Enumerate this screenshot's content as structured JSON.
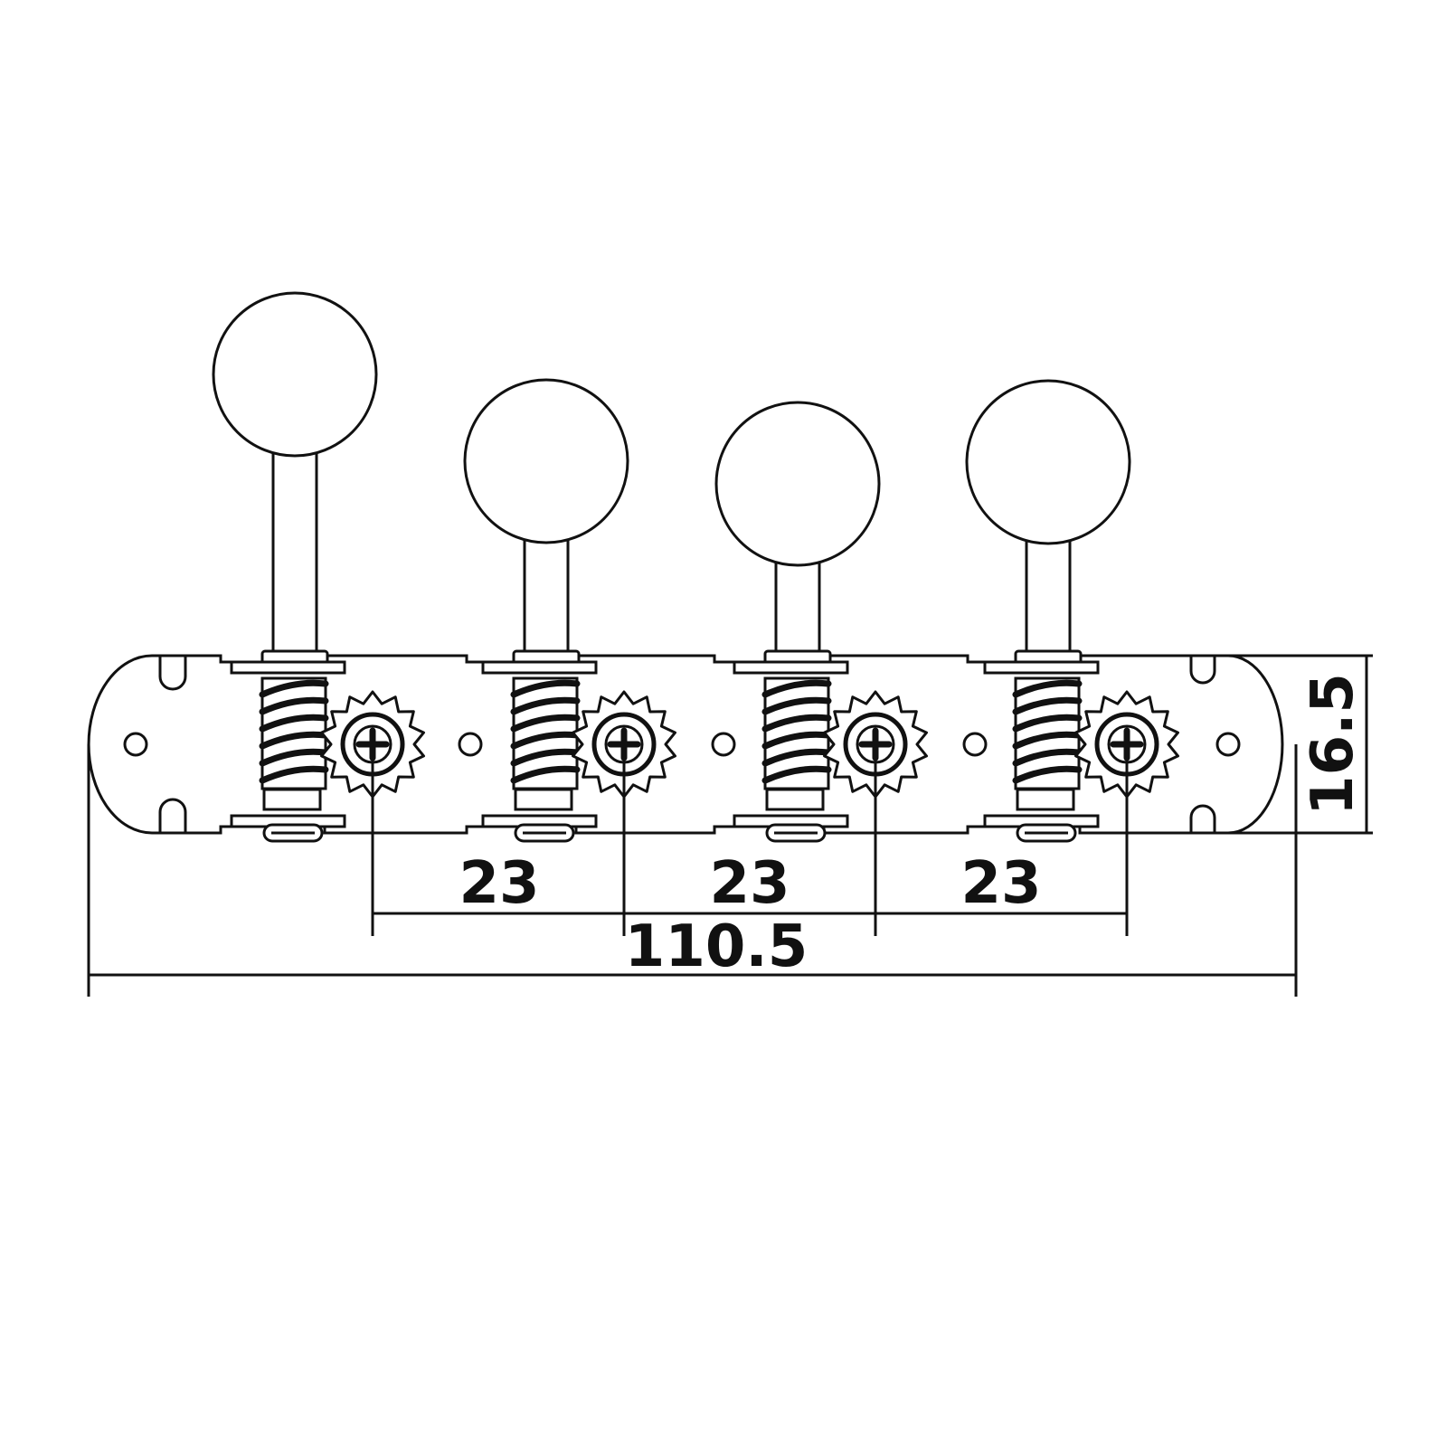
{
  "diagram": {
    "subject": "tuner-strip-4-on-plate",
    "tuner_count": 4,
    "dimensions": {
      "post_spacing_1": "23",
      "post_spacing_2": "23",
      "post_spacing_3": "23",
      "overall_length": "110.5",
      "plate_height": "16.5"
    },
    "colors": {
      "line": "#111111",
      "background": "#ffffff"
    }
  }
}
